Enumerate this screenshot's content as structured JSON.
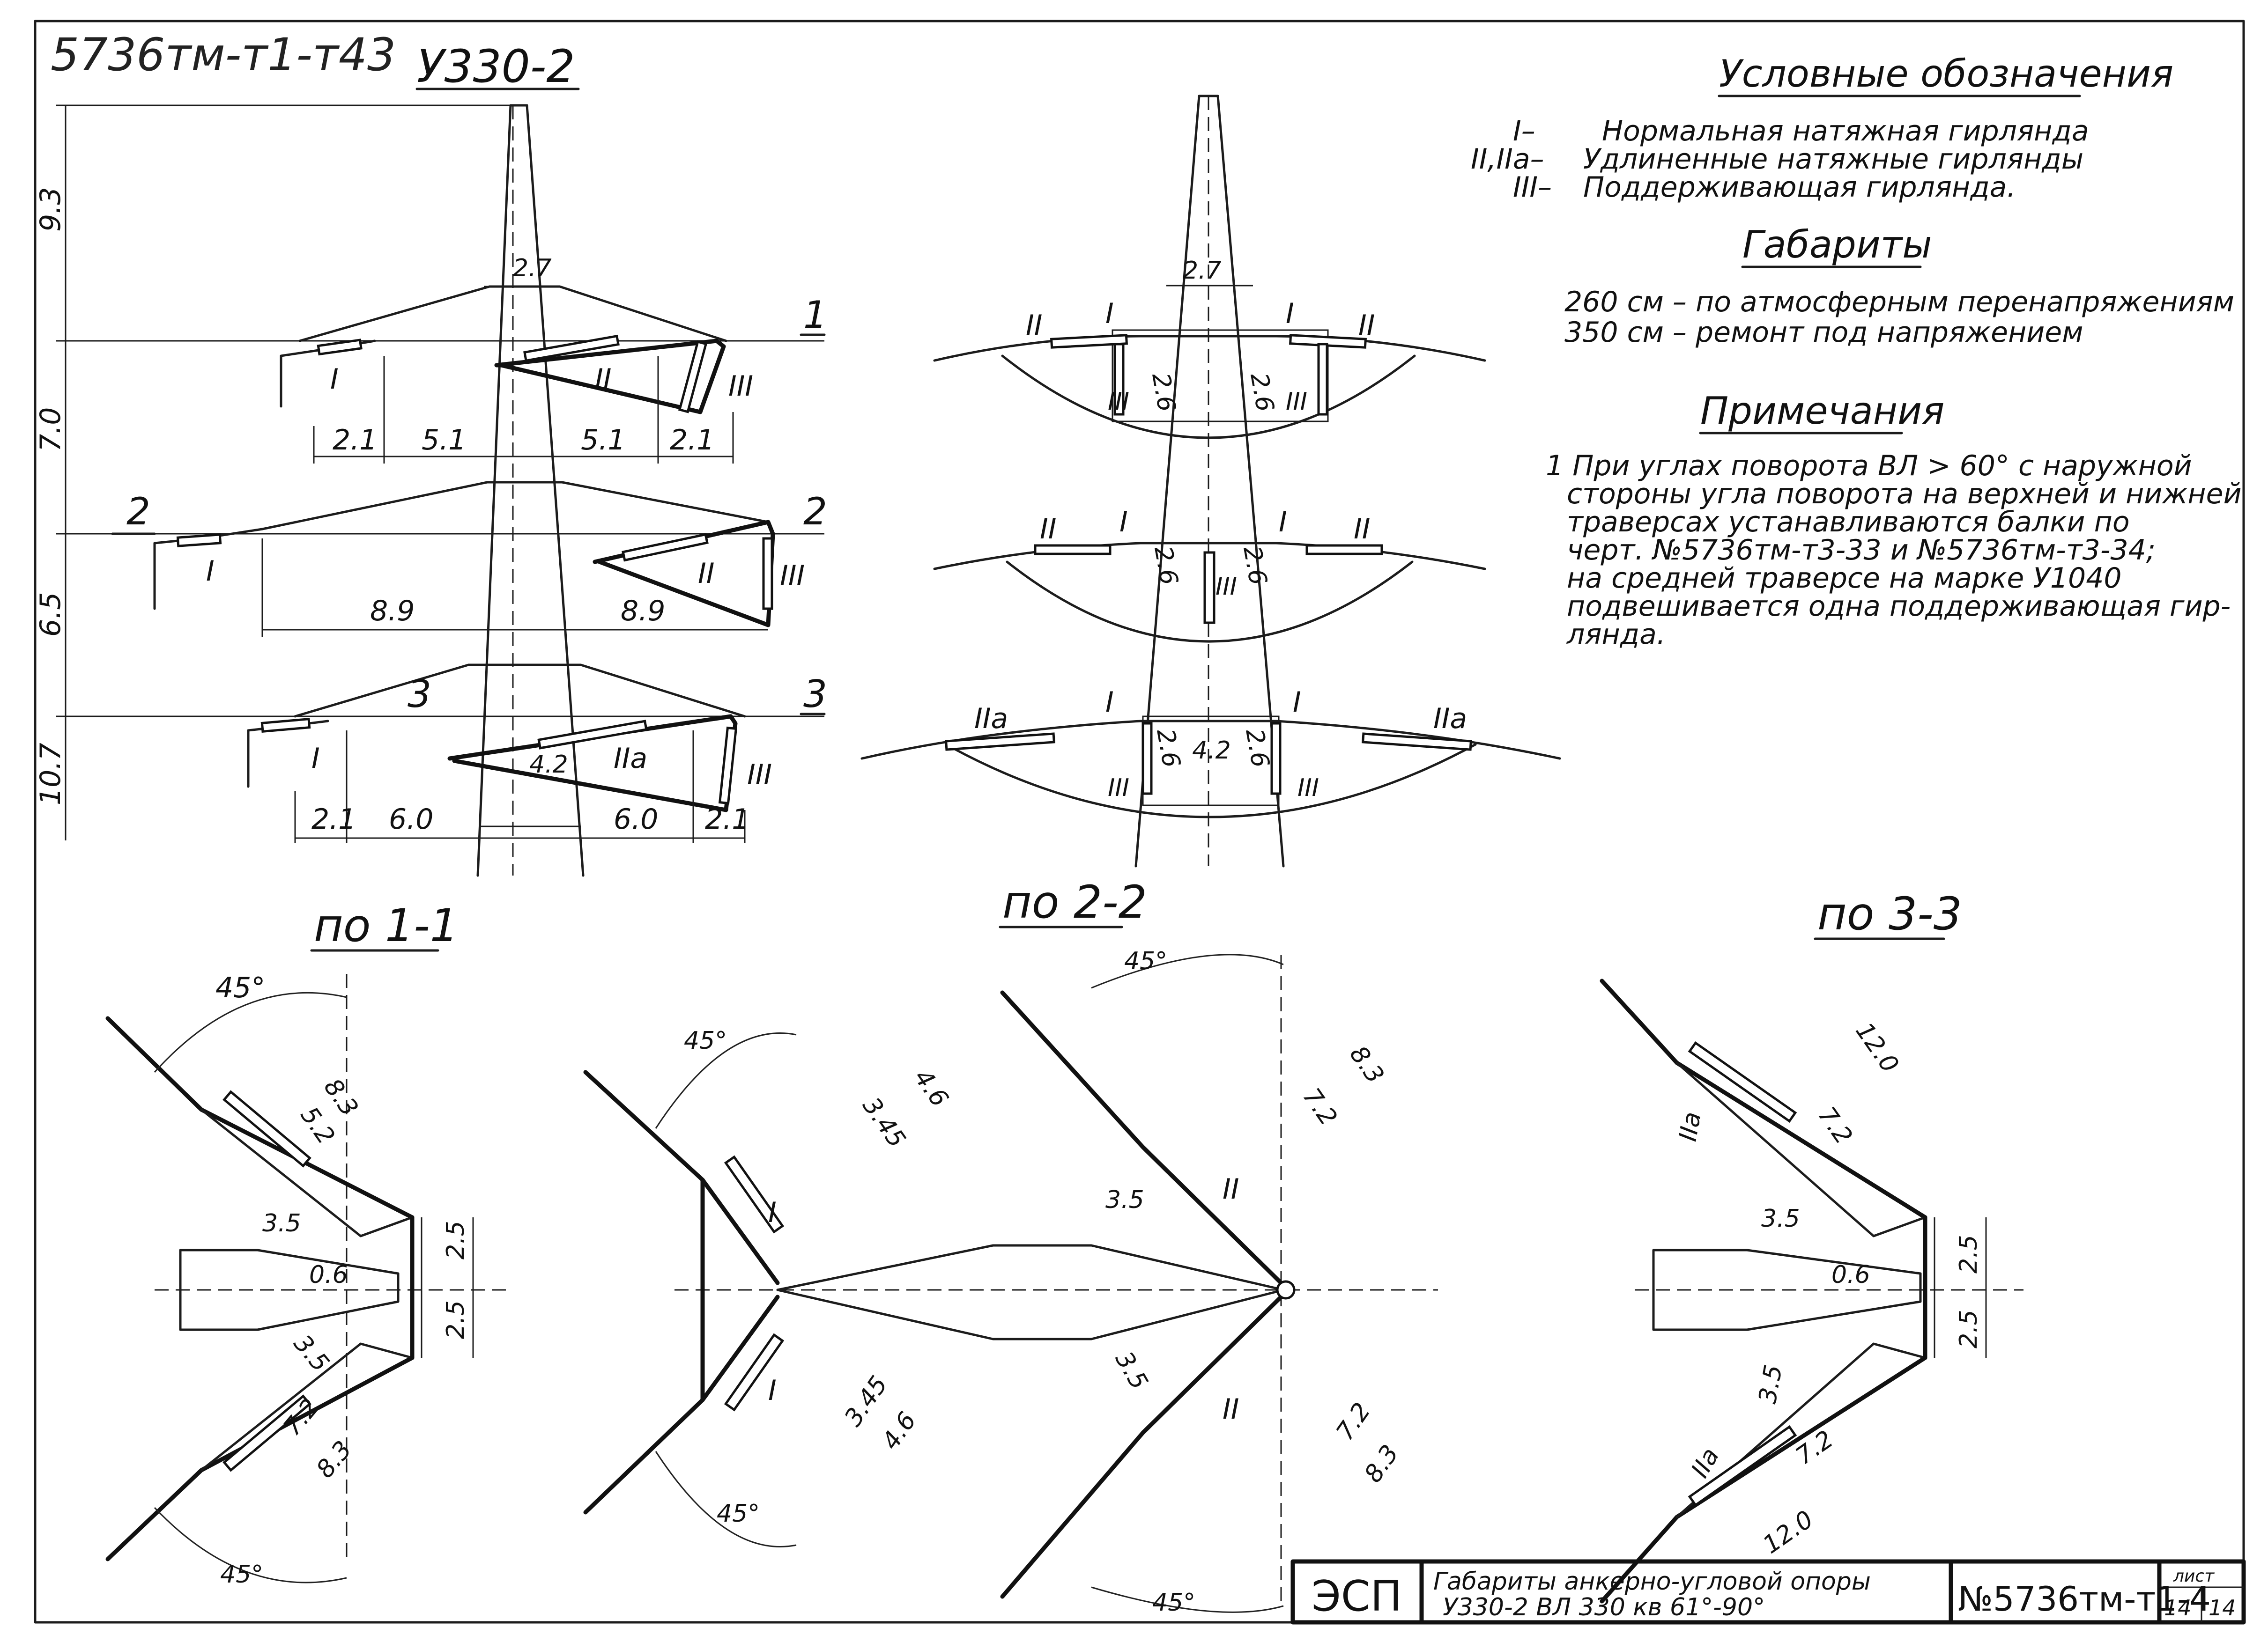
{
  "doc_code": "5736тм-т1-т43",
  "main_title": "У330-2",
  "legend": {
    "heading": "Условные обозначения",
    "items": [
      {
        "sym": "I–",
        "text": "Нормальная натяжная гирлянда"
      },
      {
        "sym": "II,IIа–",
        "text": "Удлиненные натяжные гирлянды"
      },
      {
        "sym": "III–",
        "text": "Поддерживающая гирлянда."
      }
    ]
  },
  "gabarity": {
    "heading": "Габариты",
    "items": [
      "260 см – по атмосферным перенапряжениям",
      "350 см – ремонт под напряжением"
    ]
  },
  "notes": {
    "heading": "Примечания",
    "lines": [
      "1 При углах поворота ВЛ > 60° с наружной",
      "стороны угла поворота на верхней и нижней",
      "траверсах устанавливаются балки по",
      "черт. №5736тм-т3-33 и №5736тм-т3-34;",
      "на средней траверсе на марке У1040",
      "подвешивается одна поддерживающая гир-",
      "лянда."
    ]
  },
  "elevation": {
    "left_dims": [
      "9.3",
      "7.0",
      "6.5",
      "10.7"
    ],
    "top_width": "2.7",
    "levels": [
      {
        "num": "1",
        "left": [
          "2.1",
          "5.1"
        ],
        "right": [
          "5.1",
          "2.1"
        ],
        "left_sym": "I",
        "right_sym": "II",
        "support_sym": "III"
      },
      {
        "num": "2",
        "left": [
          "8.9"
        ],
        "right": [
          "8.9"
        ],
        "left_sym": "I",
        "right_sym": "II",
        "support_sym": "III"
      },
      {
        "num": "3",
        "left": [
          "2.1",
          "6.0"
        ],
        "right": [
          "6.0",
          "2.1"
        ],
        "left_sym": "I",
        "right_sym": "IIа",
        "support_sym": "III",
        "inner": "4.2"
      }
    ]
  },
  "side_view": {
    "top_width": "2.7",
    "level1": {
      "outer_l": "II",
      "inner_l": "I",
      "inner_r": "I",
      "outer_r": "II",
      "gap": "2.6",
      "support": "III"
    },
    "level2": {
      "outer_l": "II",
      "inner_l": "I",
      "inner_r": "I",
      "outer_r": "II",
      "gap": "2.6",
      "support": "III"
    },
    "level3": {
      "outer_l": "IIа",
      "inner_l": "I",
      "inner_r": "I",
      "outer_r": "IIа",
      "gap": "2.6",
      "mid": "4.2",
      "support": "III"
    }
  },
  "section_1": {
    "title": "по 1-1",
    "angle": "45°",
    "dims": [
      "8.3",
      "5.2",
      "3.5",
      "0.6",
      "2.5",
      "2.5",
      "3.5",
      "7.2",
      "8.3"
    ]
  },
  "section_2": {
    "title": "по 2-2",
    "angle": "45°",
    "dims": [
      "4.6",
      "3.45",
      "3.45",
      "4.6",
      "8.3",
      "7.2",
      "3.5",
      "3.5",
      "7.2",
      "8.3"
    ],
    "syms": [
      "I",
      "I",
      "II",
      "II"
    ]
  },
  "section_3": {
    "title": "по 3-3",
    "dims": [
      "12.0",
      "7.2",
      "3.5",
      "0.6",
      "2.5",
      "2.5",
      "3.5",
      "7.2",
      "12.0"
    ],
    "syms": [
      "IIа",
      "IIа"
    ]
  },
  "stamp": {
    "org": "ЭСП",
    "title_line1": "Габариты анкерно-угловой опоры",
    "title_line2": "У330-2     ВЛ 330 кв     61°-90°",
    "number": "№5736тм-т1-4",
    "sheet_label": "лист",
    "sheet": "14",
    "sheets": "14"
  }
}
